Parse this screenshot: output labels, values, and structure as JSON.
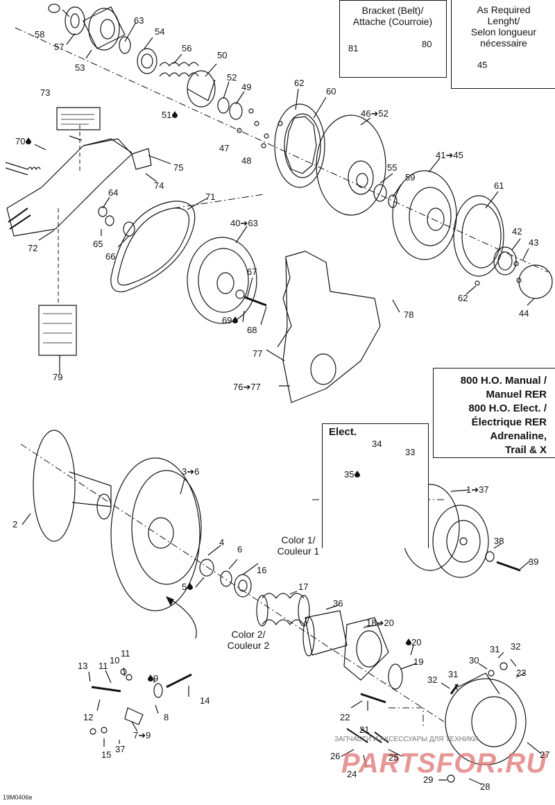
{
  "boxes": {
    "bracket": "Bracket (Belt)/\nAttache (Courroie)",
    "as_required": "As Required\nLenght/\nSelon longueur\nnécessaire",
    "models": "800 H.O. Manual /\nManuel RER\n800 H.O. Elect. /\nÉlectrique RER\nAdrenaline,\nTrail & X",
    "elect": "Elect."
  },
  "color_labels": {
    "color1": "Color 1/\nCouleur 1",
    "color2": "Color 2/\nCouleur 2"
  },
  "drawing_code": "19M0406e",
  "watermark": {
    "line1": "ЗАПЧАСТИ И АКСЕССУАРЫ ДЛЯ ТЕХНИКИ",
    "line2": "PARTSFOR.RU"
  },
  "callouts": [
    {
      "id": "c58",
      "text": "58"
    },
    {
      "id": "c57",
      "text": "57"
    },
    {
      "id": "c53",
      "text": "53"
    },
    {
      "id": "c63",
      "text": "63"
    },
    {
      "id": "c54",
      "text": "54"
    },
    {
      "id": "c56",
      "text": "56"
    },
    {
      "id": "c50",
      "text": "50"
    },
    {
      "id": "c52",
      "text": "52"
    },
    {
      "id": "c49",
      "text": "49"
    },
    {
      "id": "c51",
      "text": "51",
      "drop": true
    },
    {
      "id": "c47",
      "text": "47"
    },
    {
      "id": "c48",
      "text": "48"
    },
    {
      "id": "c62a",
      "text": "62"
    },
    {
      "id": "c60",
      "text": "60"
    },
    {
      "id": "c46",
      "text": "46➔52"
    },
    {
      "id": "c81",
      "text": "81"
    },
    {
      "id": "c80",
      "text": "80"
    },
    {
      "id": "c45",
      "text": "45"
    },
    {
      "id": "c73",
      "text": "73"
    },
    {
      "id": "c70",
      "text": "70",
      "drop": true
    },
    {
      "id": "c75",
      "text": "75"
    },
    {
      "id": "c74",
      "text": "74"
    },
    {
      "id": "c72",
      "text": "72"
    },
    {
      "id": "c64",
      "text": "64"
    },
    {
      "id": "c65",
      "text": "65"
    },
    {
      "id": "c66",
      "text": "66"
    },
    {
      "id": "c71",
      "text": "71"
    },
    {
      "id": "c40",
      "text": "40➔63"
    },
    {
      "id": "c41",
      "text": "41➔45"
    },
    {
      "id": "c55",
      "text": "55"
    },
    {
      "id": "c59",
      "text": "59"
    },
    {
      "id": "c61",
      "text": "61"
    },
    {
      "id": "c42",
      "text": "42"
    },
    {
      "id": "c43",
      "text": "43"
    },
    {
      "id": "c62b",
      "text": "62"
    },
    {
      "id": "c44",
      "text": "44"
    },
    {
      "id": "c67",
      "text": "67"
    },
    {
      "id": "c69",
      "text": "69",
      "drop": true
    },
    {
      "id": "c68",
      "text": "68"
    },
    {
      "id": "c78",
      "text": "78"
    },
    {
      "id": "c77",
      "text": "77"
    },
    {
      "id": "c76",
      "text": "76➔77"
    },
    {
      "id": "c79",
      "text": "79"
    },
    {
      "id": "c34",
      "text": "34"
    },
    {
      "id": "c33",
      "text": "33"
    },
    {
      "id": "c35",
      "text": "35",
      "drop": true
    },
    {
      "id": "c1",
      "text": "1➔37"
    },
    {
      "id": "c38",
      "text": "38"
    },
    {
      "id": "c39",
      "text": "39"
    },
    {
      "id": "c2",
      "text": "2"
    },
    {
      "id": "c3",
      "text": "3➔6"
    },
    {
      "id": "c4",
      "text": "4"
    },
    {
      "id": "c6",
      "text": "6"
    },
    {
      "id": "c16",
      "text": "16"
    },
    {
      "id": "c5",
      "text": "5",
      "drop": true
    },
    {
      "id": "c17",
      "text": "17"
    },
    {
      "id": "c36",
      "text": "36"
    },
    {
      "id": "c18",
      "text": "18➔20"
    },
    {
      "id": "c20",
      "text": "20",
      "drop": true
    },
    {
      "id": "c19",
      "text": "19"
    },
    {
      "id": "c13",
      "text": "13"
    },
    {
      "id": "c11a",
      "text": "11"
    },
    {
      "id": "c10",
      "text": "10"
    },
    {
      "id": "c11b",
      "text": "11"
    },
    {
      "id": "c9",
      "text": "9",
      "drop": true
    },
    {
      "id": "c14",
      "text": "14"
    },
    {
      "id": "c12",
      "text": "12"
    },
    {
      "id": "c8",
      "text": "8"
    },
    {
      "id": "c7",
      "text": "7➔9"
    },
    {
      "id": "c15",
      "text": "15"
    },
    {
      "id": "c37",
      "text": "37"
    },
    {
      "id": "c22",
      "text": "22"
    },
    {
      "id": "c21",
      "text": "21"
    },
    {
      "id": "c30",
      "text": "30"
    },
    {
      "id": "c31a",
      "text": "31"
    },
    {
      "id": "c32a",
      "text": "32"
    },
    {
      "id": "c23",
      "text": "23"
    },
    {
      "id": "c32b",
      "text": "32"
    },
    {
      "id": "c31b",
      "text": "31"
    },
    {
      "id": "c26",
      "text": "26"
    },
    {
      "id": "c25",
      "text": "25"
    },
    {
      "id": "c24",
      "text": "24"
    },
    {
      "id": "c27",
      "text": "27"
    },
    {
      "id": "c29",
      "text": "29"
    },
    {
      "id": "c28",
      "text": "28"
    }
  ]
}
